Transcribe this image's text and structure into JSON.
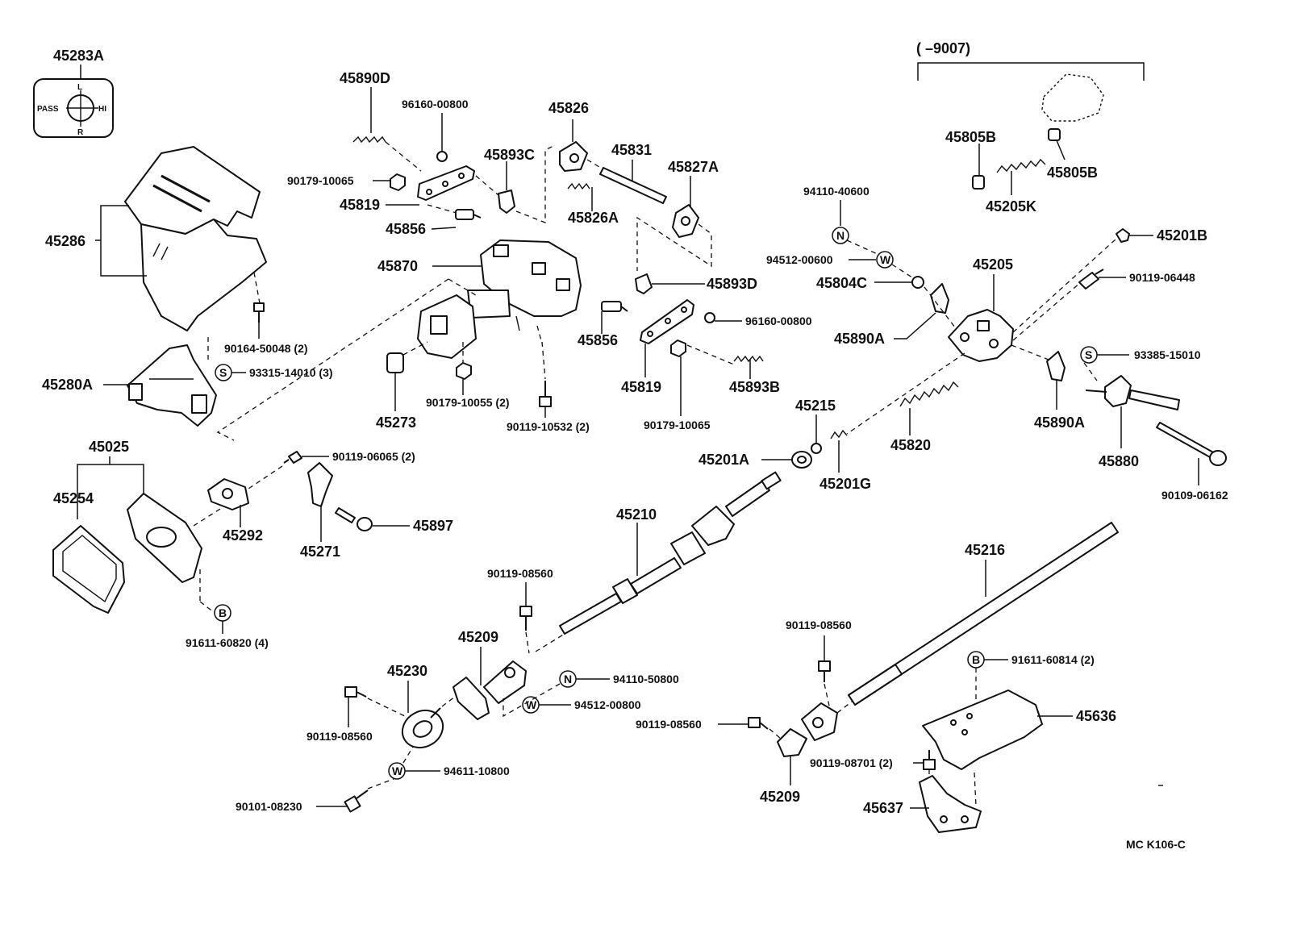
{
  "labels": {
    "p45283A": "45283A",
    "p45890D": "45890D",
    "p96160_00800_top": "96160-00800",
    "p45826": "45826",
    "p45831": "45831",
    "p45827A": "45827A",
    "p45893C": "45893C",
    "p90179_10065_top": "90179-10065",
    "p45819_top": "45819",
    "p45856_top": "45856",
    "p45826A": "45826A",
    "p45286": "45286",
    "p45870": "45870",
    "p45893D": "45893D",
    "p96160_00800_mid": "96160-00800",
    "p45856_mid": "45856",
    "p45819_mid": "45819",
    "p45893B": "45893B",
    "p90179_10065_mid": "90179-10065",
    "p90164_50048": "90164-50048 (2)",
    "p93315_14010": "93315-14010 (3)",
    "p45280A": "45280A",
    "p45273": "45273",
    "p90179_10055": "90179-10055 (2)",
    "p90119_10532": "90119-10532 (2)",
    "p45025": "45025",
    "p45254": "45254",
    "p90119_06065": "90119-06065 (2)",
    "p45292": "45292",
    "p45271": "45271",
    "p45897": "45897",
    "p91611_60820": "91611-60820 (4)",
    "p9007": "(        –9007)",
    "p45805B_left": "45805B",
    "p45805B_right": "45805B",
    "p45205K": "45205K",
    "p94110_40600": "94110-40600",
    "p94512_00600": "94512-00600",
    "p45804C": "45804C",
    "p45205": "45205",
    "p45201B": "45201B",
    "p90119_06448": "90119-06448",
    "p45890A_left": "45890A",
    "p93385_15010": "93385-15010",
    "p45890A_right": "45890A",
    "p45880": "45880",
    "p90109_06162": "90109-06162",
    "p45215": "45215",
    "p45201A": "45201A",
    "p45201G": "45201G",
    "p45820": "45820",
    "p45210": "45210",
    "p45216": "45216",
    "p90119_08560_a": "90119-08560",
    "p45209_left": "45209",
    "p45230": "45230",
    "p94110_50800": "94110-50800",
    "p94512_00800": "94512-00800",
    "p90119_08560_b": "90119-08560",
    "p94611_10800": "94611-10800",
    "p90101_08230": "90101-08230",
    "p90119_08560_c": "90119-08560",
    "p90119_08560_d": "90119-08560",
    "p91611_60814": "91611-60814 (2)",
    "p45636": "45636",
    "p90119_08701": "90119-08701 (2)",
    "p45209_right": "45209",
    "p45637": "45637",
    "code": "MC K106-C"
  },
  "markers": {
    "S": "S",
    "N": "N",
    "W": "W",
    "B": "B"
  },
  "switch_plate": {
    "top": "L",
    "bottom": "R",
    "left": "PASS",
    "right": "HI"
  }
}
